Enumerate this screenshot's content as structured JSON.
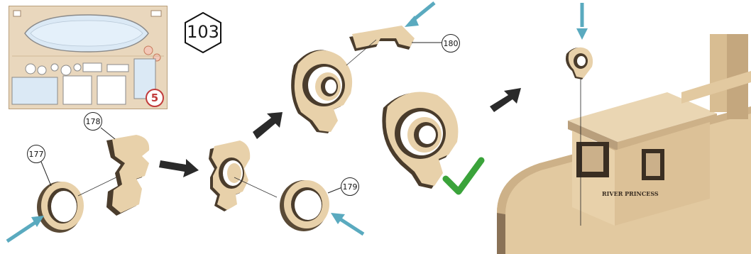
{
  "step": {
    "number": "103"
  },
  "sheet": {
    "number": "5"
  },
  "parts": {
    "p177": "177",
    "p178": "178",
    "p179": "179",
    "p180": "180"
  },
  "boat": {
    "nameplate": "RIVER PRINCESS"
  },
  "colors": {
    "wood_light": "#e8d1aa",
    "wood_edge": "#5a4a36",
    "arrow_blue": "#5aaabf",
    "check_green": "#3aa33a",
    "sheet_red": "#c23b3b"
  }
}
